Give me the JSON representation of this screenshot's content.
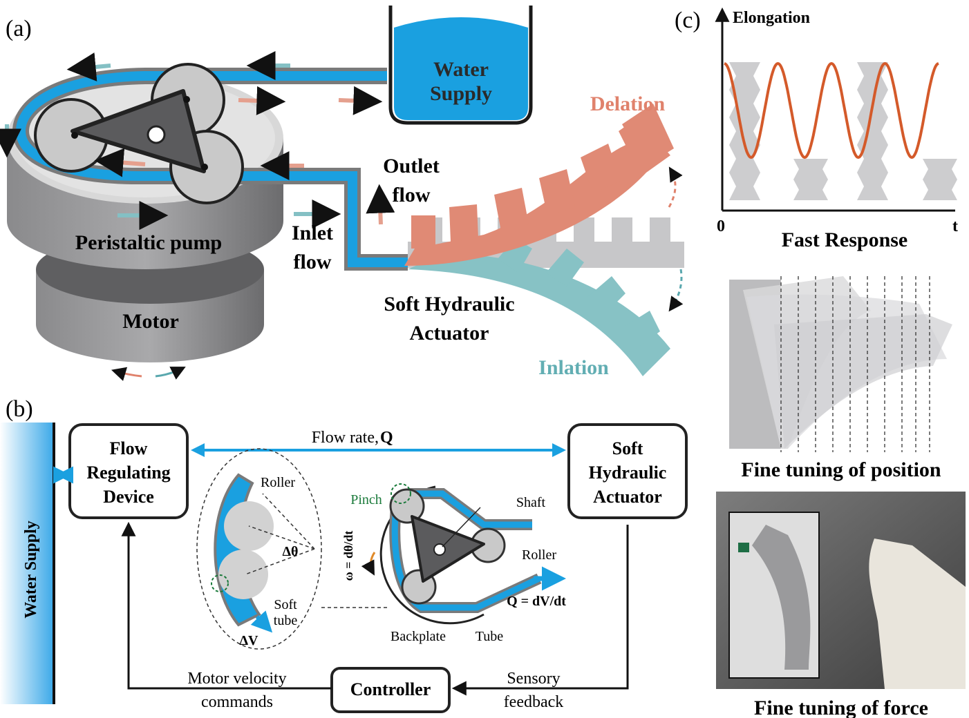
{
  "panel_a": {
    "label": "(a)",
    "water_supply": [
      "Water",
      "Supply"
    ],
    "delation": "Delation",
    "outlet_flow": [
      "Outlet",
      "flow"
    ],
    "inlet_flow": [
      "Inlet",
      "flow"
    ],
    "pump": "Peristaltic pump",
    "motor": "Motor",
    "actuator": [
      "Soft Hydraulic",
      "Actuator"
    ],
    "inlation": "Inlation"
  },
  "panel_b": {
    "label": "(b)",
    "water_supply": "Water Supply",
    "flow_device": [
      "Flow",
      "Regulating",
      "Device"
    ],
    "flow_rate": "Flow rate, ",
    "flow_rate_symbol": "Q",
    "actuator": [
      "Soft",
      "Hydraulic",
      "Actuator"
    ],
    "roller_left": "Roller",
    "delta_theta": "Δθ",
    "soft_tube": [
      "Soft",
      "tube"
    ],
    "delta_v": "ΔV",
    "pinch": "Pinch",
    "omega": "ω = dθ/dt",
    "shaft": "Shaft",
    "roller_right": "Roller",
    "q_eq": "Q = dV/dt",
    "backplate": "Backplate",
    "tube": "Tube",
    "motor_cmd": [
      "Motor velocity",
      "commands"
    ],
    "controller": "Controller",
    "sensory": [
      "Sensory",
      "feedback"
    ]
  },
  "panel_c": {
    "label": "(c)",
    "y_axis": "Elongation",
    "x_origin": "0",
    "x_axis": "t",
    "fast_response": "Fast Response",
    "fine_position": "Fine tuning of position",
    "fine_force": "Fine tuning of force"
  },
  "colors": {
    "water": "#1aa0e0",
    "delation": "#e0826c",
    "inlation": "#84c0c4",
    "gray_dark": "#6e6e70",
    "gray_mid": "#9a9a9c",
    "gray_light": "#d6d6d6",
    "curve": "#d45a2a"
  }
}
